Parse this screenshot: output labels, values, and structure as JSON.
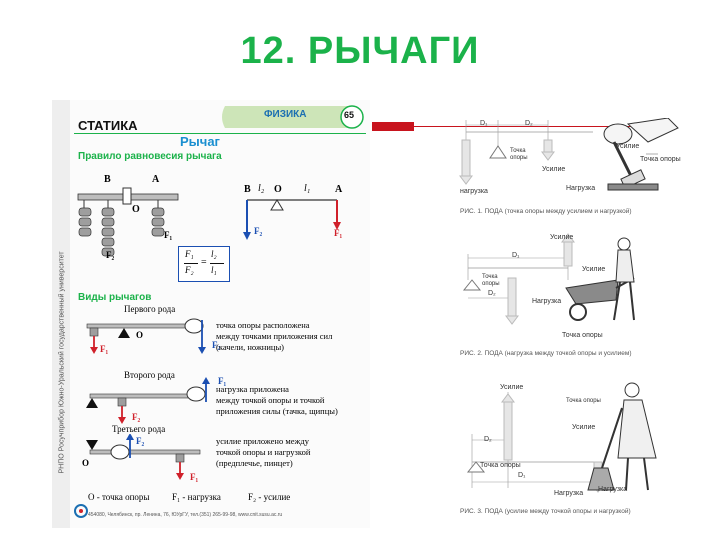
{
  "slide": {
    "title": "12. РЫЧАГИ"
  },
  "poster": {
    "header_left": "СТАТИКА",
    "header_badge": "ФИЗИКА",
    "page_number": "65",
    "subject": "Рычаг",
    "rule_heading": "Правило равновесия рычага",
    "balance_labels": {
      "b": "B",
      "a": "A",
      "o": "O",
      "f1": "F₁",
      "f2": "F₂"
    },
    "diagram_labels": {
      "b": "B",
      "l2": "l₂",
      "o": "O",
      "l1": "l₁",
      "a": "A",
      "f2": "F₂",
      "f1": "F₁"
    },
    "formula": {
      "lhs_num": "F₁",
      "lhs_den": "F₂",
      "eq": "=",
      "rhs_num": "l₂",
      "rhs_den": "l₁"
    },
    "types_heading": "Виды рычагов",
    "first_kind": {
      "label": "Первого рода",
      "o": "O",
      "f1": "F₁",
      "f2": "F₂",
      "desc": [
        "точка опоры расположена",
        "между точками приложения сил",
        "(качели, ножницы)"
      ]
    },
    "second_kind": {
      "label": "Второго рода",
      "f1": "F₁",
      "f2": "F₂",
      "desc": [
        "нагрузка приложена",
        "между точкой опоры и точкой",
        "приложения силы (тачка, щипцы)"
      ]
    },
    "third_kind": {
      "label": "Третьего рода",
      "o": "O",
      "f1": "F₁",
      "f2": "F₂",
      "desc": [
        "усилие приложено между",
        "точкой опоры и нагрузкой",
        "(предплечье, пинцет)"
      ]
    },
    "legend": {
      "o": "O - точка опоры",
      "f1": "F₁ - нагрузка",
      "f2": "F₂ - усилие"
    },
    "sidebar": "РНПО Росучприбор   Южно-Уральский государственный университет",
    "footer": "454080, Челябинск, пр. Ленина, 76, ЮУрГУ, тел.(351) 265-99-98, www.cnit.susu.ac.ru"
  },
  "figures": {
    "fig1": {
      "d1": "D₁",
      "d2": "D₂",
      "fulcrum": "Точка опоры",
      "effort": "Усилие",
      "load": "Нагрузка",
      "load2": "нагрузка",
      "effort2": "Усилие",
      "fulcrum2": "Точка опоры",
      "caption": "РИС. 1. ПОДА (точка опоры между усилием и нагрузкой)"
    },
    "fig2": {
      "effort": "Усилие",
      "d1": "D₁",
      "fulcrum": "Точка опоры",
      "d2": "D₂",
      "load": "Нагрузка",
      "effort2": "Усилие",
      "fulcrum2": "Точка опоры",
      "caption": "РИС. 2. ПОДА (нагрузка между точкой опоры и усилием)"
    },
    "fig3": {
      "effort": "Усилие",
      "d2": "D₂",
      "fulcrum": "Точка опоры",
      "d1": "D₁",
      "load": "Нагрузка",
      "fulcrum2": "Точка опоры",
      "effort2": "Усилие",
      "load2": "Нагрузка",
      "caption": "РИС. 3. ПОДА (усилие между точкой опоры и нагрузкой)"
    }
  }
}
